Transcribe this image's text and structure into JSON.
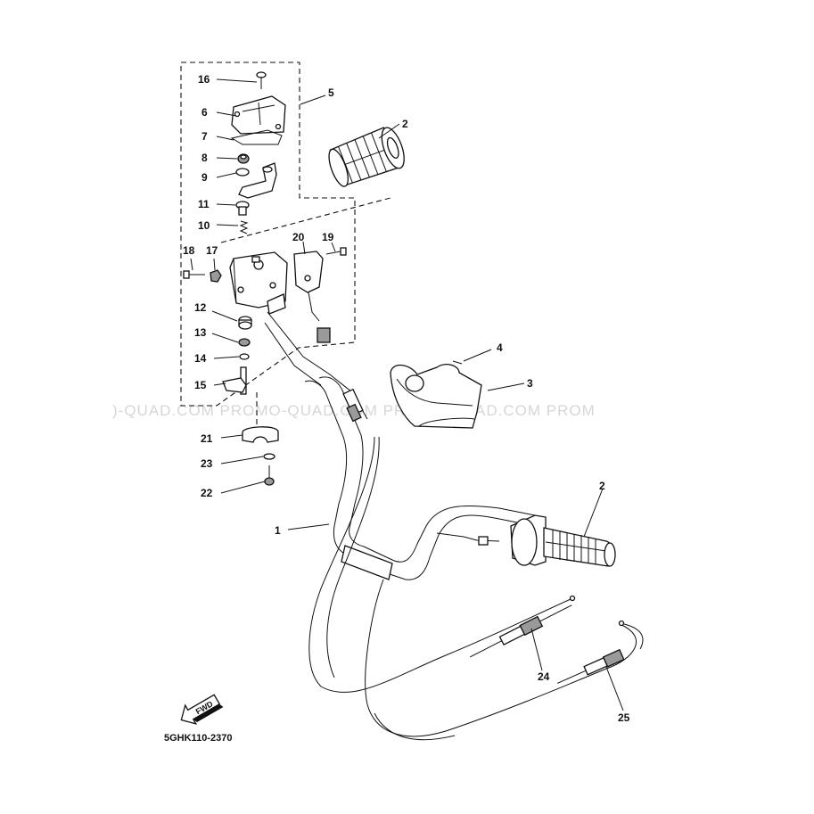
{
  "watermark": ")-QUAD.COM   PROMO-QUAD.COM   PROMO-QUAD.COM   PROM",
  "diagram_code": "5GHK110-2370",
  "fwd_label": "FWD",
  "callouts": {
    "c1": "1",
    "c2a": "2",
    "c2b": "2",
    "c3": "3",
    "c4": "4",
    "c5": "5",
    "c6": "6",
    "c7": "7",
    "c8": "8",
    "c9": "9",
    "c10": "10",
    "c11": "11",
    "c12": "12",
    "c13": "13",
    "c14": "14",
    "c15": "15",
    "c16": "16",
    "c17": "17",
    "c18": "18",
    "c19": "19",
    "c20": "20",
    "c21": "21",
    "c22": "22",
    "c23": "23",
    "c24": "24",
    "c25": "25"
  }
}
